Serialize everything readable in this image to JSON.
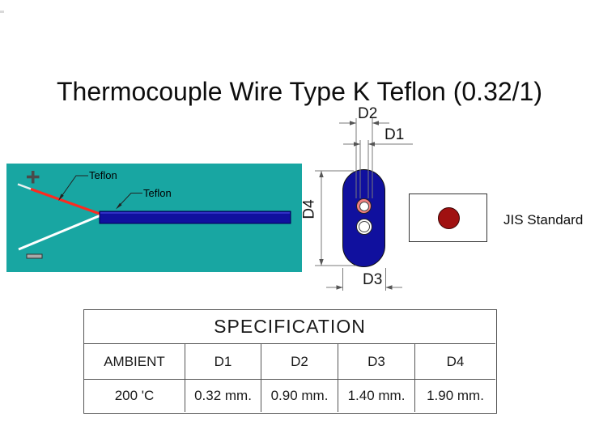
{
  "title": "Thermocouple Wire Type K Teflon (0.32/1)",
  "wire_drawing": {
    "polarity_positive": "+",
    "polarity_negative": "-",
    "label_inner_insulation": "Teflon",
    "label_outer_insulation": "Teflon",
    "colors": {
      "background": "#18a6a2",
      "positive_wire": "#fb2b20",
      "negative_wire": "#ffffff",
      "cable_jacket": "#10109e"
    }
  },
  "cross_section": {
    "dim_d1": "D1",
    "dim_d2": "D2",
    "dim_d3": "D3",
    "dim_d4": "D4",
    "colors": {
      "jacket": "#10109e",
      "positive_insulation": "#f08080",
      "dimension_lines": "#7a7a7a"
    }
  },
  "standard": {
    "label": "JIS Standard",
    "flag_circle_color": "#a01111"
  },
  "spec_table": {
    "title": "SPECIFICATION",
    "columns": [
      "AMBIENT",
      "D1",
      "D2",
      "D3",
      "D4"
    ],
    "values": [
      "200 'C",
      "0.32 mm.",
      "0.90 mm.",
      "1.40 mm.",
      "1.90 mm."
    ]
  }
}
